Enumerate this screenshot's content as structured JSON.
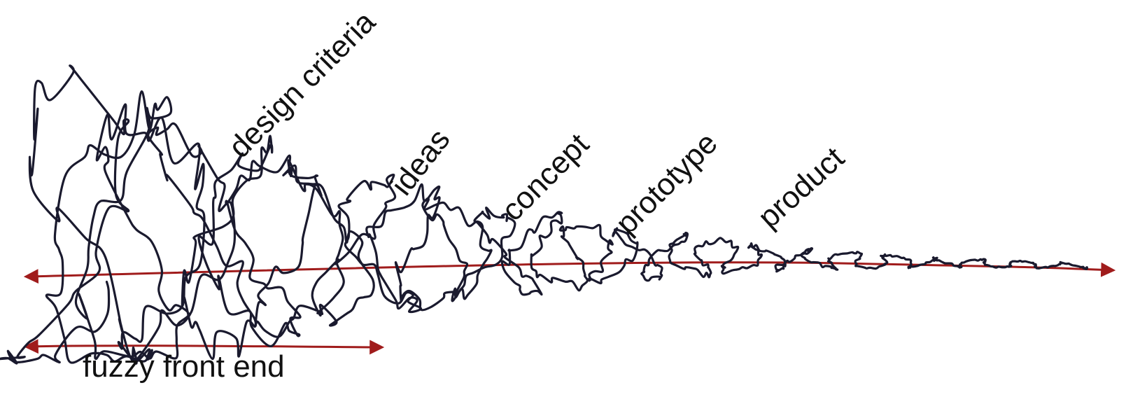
{
  "diagram": {
    "stages": [
      {
        "label": "design criteria"
      },
      {
        "label": "ideas"
      },
      {
        "label": "concept"
      },
      {
        "label": "prototype"
      },
      {
        "label": "product"
      }
    ],
    "fuzzy_front_end": {
      "label": "fuzzy front end"
    },
    "colors": {
      "ink": "#1a1a2e",
      "arrow": "#a01c1c"
    }
  }
}
